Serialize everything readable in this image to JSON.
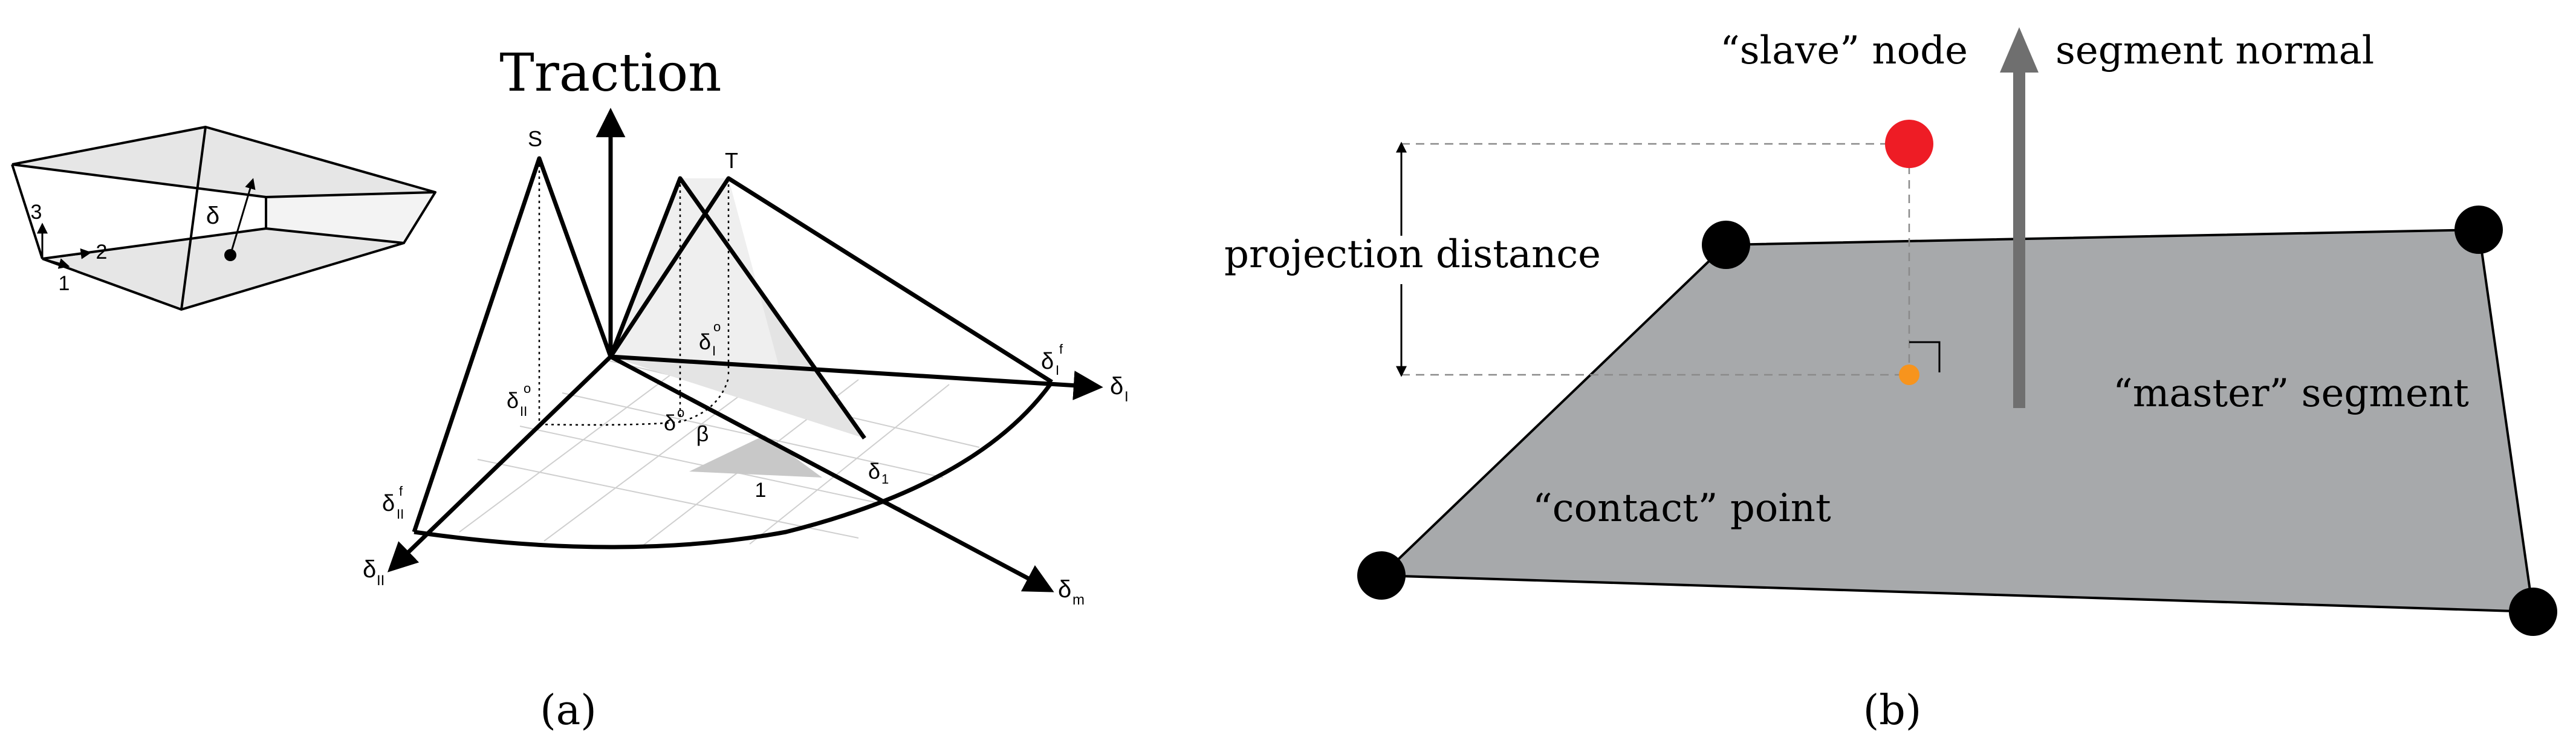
{
  "panel_a": {
    "label_text": "(a)",
    "traction_title": "Traction",
    "block": {
      "axis_1": "1",
      "axis_2": "2",
      "axis_3": "3",
      "delta": "δ"
    },
    "peak_S": "S",
    "peak_T": "T",
    "delta_I": "δ",
    "delta_I_sub": "I",
    "delta_II": "δ",
    "delta_II_sub": "II",
    "delta_m": "δ",
    "delta_m_sub": "m",
    "delta_If": "δ",
    "delta_If_sub": "I",
    "delta_If_sup": "f",
    "delta_IIf": "δ",
    "delta_IIf_sub": "II",
    "delta_IIf_sup": "f",
    "delta_I0": "δ",
    "delta_I0_sub": "I",
    "delta_I0_sup": "o",
    "delta_II0": "δ",
    "delta_II0_sub": "II",
    "delta_II0_sup": "o",
    "delta_0": "δ",
    "delta_0_sup": "o",
    "delta_1": "δ",
    "delta_1_sub": "1",
    "beta": "β",
    "one": "1"
  },
  "panel_b": {
    "label_text": "(b)",
    "slave_node": "“slave” node",
    "segment_normal": "segment normal",
    "projection_distance": "projection distance",
    "master_segment": "“master” segment",
    "contact_point": "“contact” point"
  },
  "colors": {
    "line": "#000000",
    "face_light": "#e6e6e6",
    "face_mid": "#d2d2d2",
    "grid": "#cfcfcf",
    "segment_fill": "#a7a9ab",
    "normal_arrow": "#6f6f6f",
    "slave_node": "#ee1c25",
    "contact_point": "#f7941d",
    "node": "#000000",
    "dashed": "#8a8a8a"
  }
}
